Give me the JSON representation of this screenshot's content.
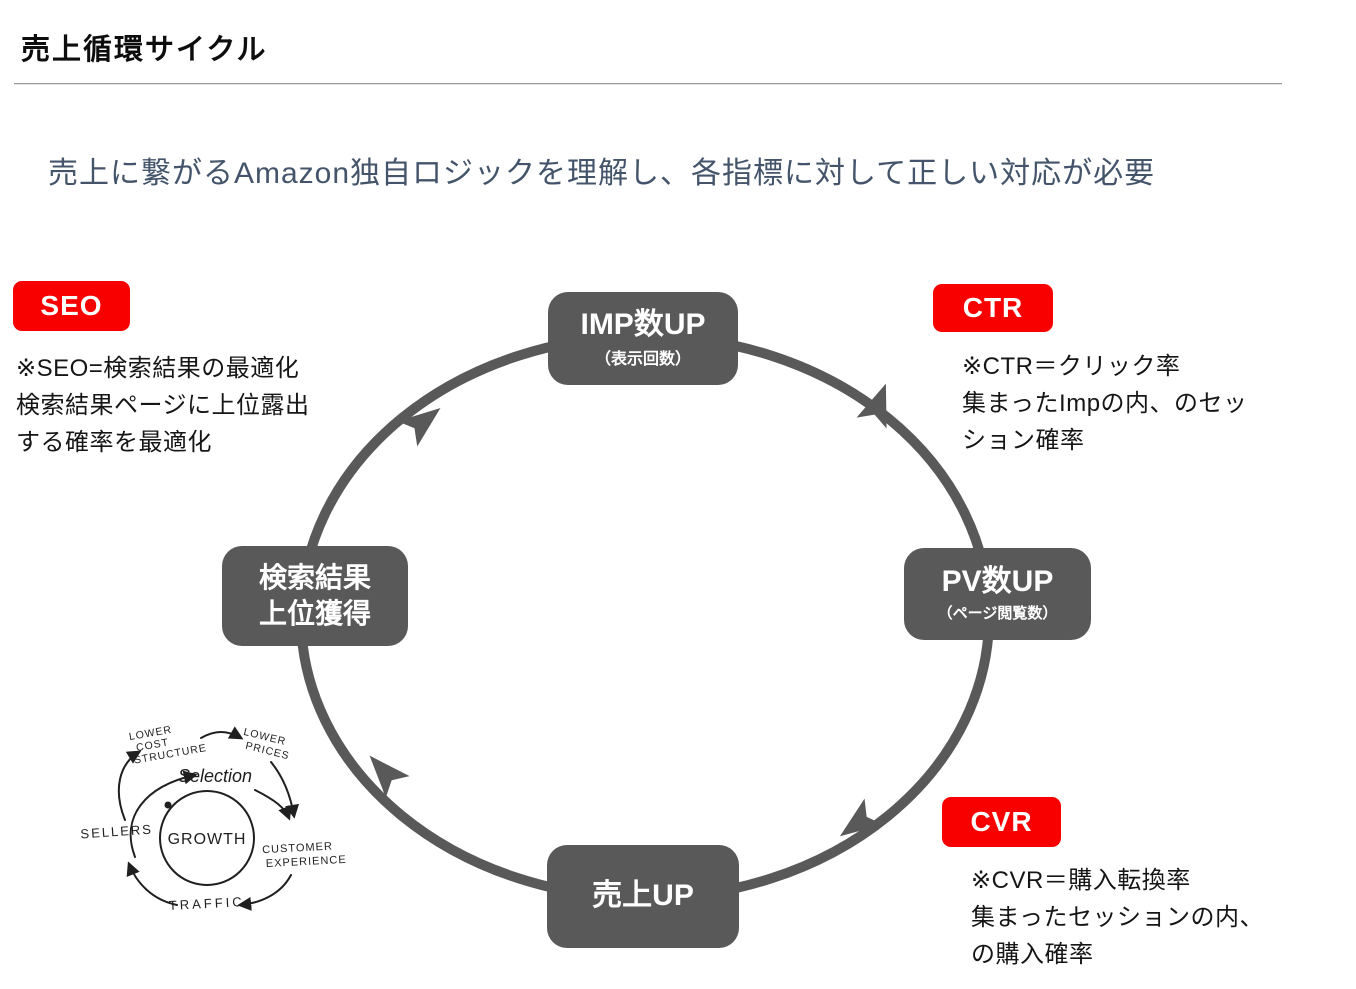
{
  "header": {
    "title": "売上循環サイクル",
    "subtitle": "売上に繋がるAmazon独自ロジックを理解し、各指標に対して正しい対応が必要"
  },
  "cycle": {
    "nodes": {
      "imp": {
        "title": "IMP数UP",
        "subtitle": "（表示回数）"
      },
      "pv": {
        "title": "PV数UP",
        "subtitle": "（ページ閲覧数）"
      },
      "search": {
        "line1": "検索結果",
        "line2": "上位獲得"
      },
      "sales": {
        "title": "売上UP"
      }
    }
  },
  "badges": {
    "seo": {
      "label": "SEO",
      "notes": [
        "※SEO=検索結果の最適化",
        "検索結果ページに上位露出",
        "する確率を最適化"
      ]
    },
    "ctr": {
      "label": "CTR",
      "notes": [
        "※CTR＝クリック率",
        "集まったImpの内、のセッ",
        "ション確率"
      ]
    },
    "cvr": {
      "label": "CVR",
      "notes": [
        "※CVR＝購入転換率",
        "集まったセッションの内、",
        "の購入確率"
      ]
    }
  },
  "flywheel": {
    "center": "GROWTH",
    "selection": "Selection",
    "sellers": "SELLERS",
    "traffic": "TRAFFIC",
    "customer": [
      "CUSTOMER",
      "EXPERIENCE"
    ],
    "lower_cost": [
      "LOWER",
      "COST",
      "STRUCTURE"
    ],
    "lower_prices": [
      "LOWER",
      "PRICES"
    ]
  },
  "colors": {
    "accent_red": "#F80000",
    "node_gray": "#595959",
    "subtitle_text": "#44546A"
  }
}
